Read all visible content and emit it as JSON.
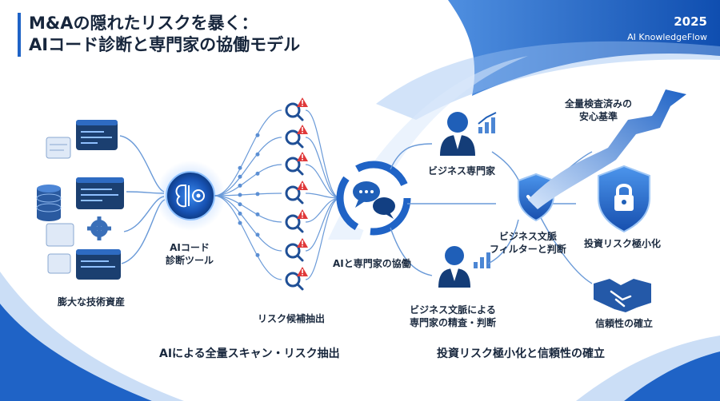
{
  "header": {
    "title_line1": "M&Aの隠れたリスクを暴く：",
    "title_line2": "AIコード診断と専門家の協働モデル",
    "year": "2025",
    "brand": "AI KnowledgeFlow"
  },
  "nodes": {
    "assets": "膨大な技術資産",
    "ai_tool_line1": "AIコード",
    "ai_tool_line2": "診断ツール",
    "risk_candidates": "リスク候補抽出",
    "collaboration": "AIと専門家の協働",
    "business_expert_top": "ビジネス専門家",
    "filter_line1": "ビジネス文脈",
    "filter_line2": "フィルターと判断",
    "expert_review_line1": "ビジネス文脈による",
    "expert_review_line2": "専門家の精査・判断",
    "all_inspected_line1": "全量検査済みの",
    "all_inspected_line2": "安心基準",
    "risk_min": "投資リスク極小化",
    "trust": "信頼性の確立"
  },
  "bottom": {
    "left": "AIによる全量スキャン・リスク抽出",
    "right": "投資リスク極小化と信頼性の確立"
  },
  "colors": {
    "primary": "#1f63c6",
    "dark": "#14365f",
    "warning": "#e0393a",
    "accent_light": "#dbe9fb"
  },
  "icons": [
    "database-icon",
    "code-window-icon",
    "gear-icon",
    "ai-brain-icon",
    "magnifier-warning-icon",
    "chat-bubbles-icon",
    "businessman-icon",
    "growth-chart-icon",
    "shield-check-icon",
    "upward-arrow-icon",
    "padlock-shield-icon",
    "handshake-icon"
  ]
}
